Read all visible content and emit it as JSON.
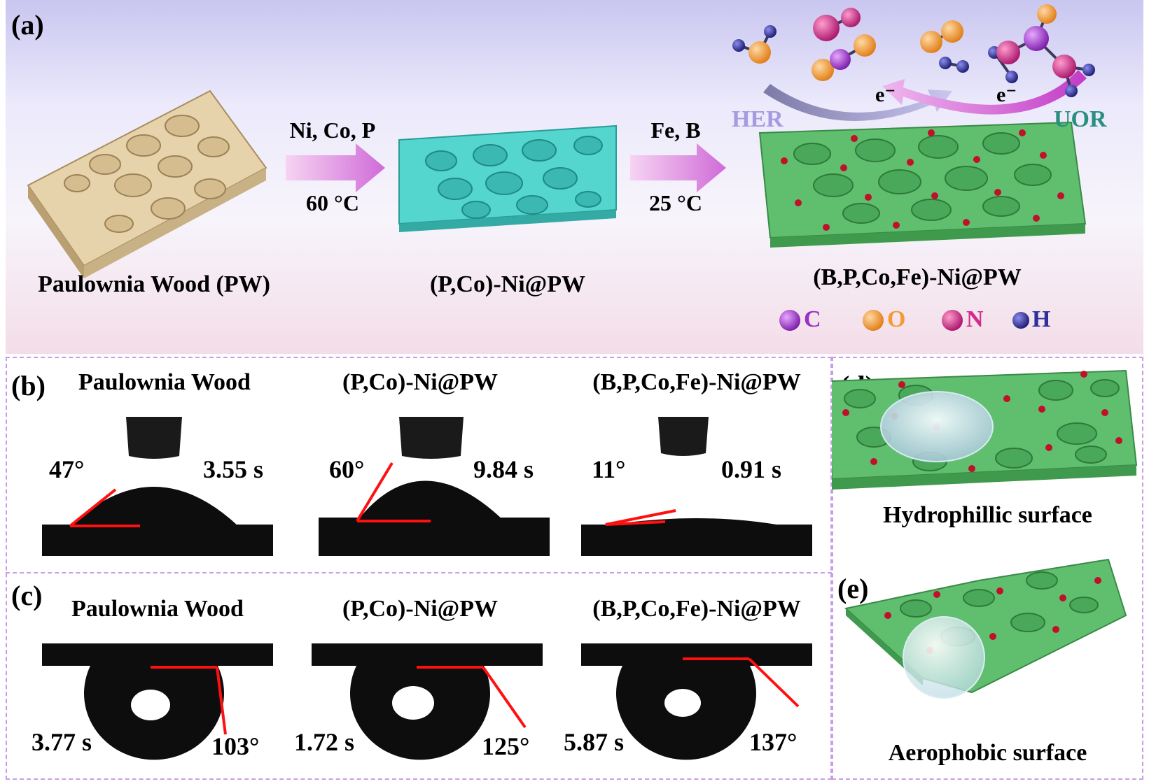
{
  "panel_a": {
    "label": "(a)",
    "materials": [
      "Paulownia Wood (PW)",
      "(P,Co)-Ni@PW",
      "(B,P,Co,Fe)-Ni@PW"
    ],
    "step1": {
      "elements": "Ni, Co, P",
      "temperature": "60 °C"
    },
    "step2": {
      "elements": "Fe, B",
      "temperature": "25 °C"
    },
    "reactions": {
      "her": "HER",
      "uor": "UOR",
      "electron": "e⁻"
    },
    "legend": [
      {
        "symbol": "C",
        "color": "#9b2fc7"
      },
      {
        "symbol": "O",
        "color": "#f39a33"
      },
      {
        "symbol": "N",
        "color": "#d52a8a"
      },
      {
        "symbol": "H",
        "color": "#2e2f9b"
      }
    ]
  },
  "panel_b": {
    "label": "(b)",
    "samples": [
      {
        "name": "Paulownia Wood",
        "angle": "47°",
        "time": "3.55 s"
      },
      {
        "name": "(P,Co)-Ni@PW",
        "angle": "60°",
        "time": "9.84 s"
      },
      {
        "name": "(B,P,Co,Fe)-Ni@PW",
        "angle": "11°",
        "time": "0.91 s"
      }
    ]
  },
  "panel_c": {
    "label": "(c)",
    "samples": [
      {
        "name": "Paulownia Wood",
        "time": "3.77 s",
        "angle": "103°"
      },
      {
        "name": "(P,Co)-Ni@PW",
        "time": "1.72 s",
        "angle": "125°"
      },
      {
        "name": "(B,P,Co,Fe)-Ni@PW",
        "time": "5.87 s",
        "angle": "137°"
      }
    ]
  },
  "panel_d": {
    "label": "(d)",
    "caption": "Hydrophillic surface"
  },
  "panel_e": {
    "label": "(e)",
    "caption": "Aerophobic surface"
  },
  "colors": {
    "wood": "#e6d2ab",
    "intermediate": "#54d6cf",
    "final": "#5fbf6e",
    "dopant_dot": "#c0102a",
    "contact_line": "#ff1010",
    "her_text": "#a79be0",
    "uor_text": "#2a8f80",
    "frame_dash": "#c79fe6"
  }
}
